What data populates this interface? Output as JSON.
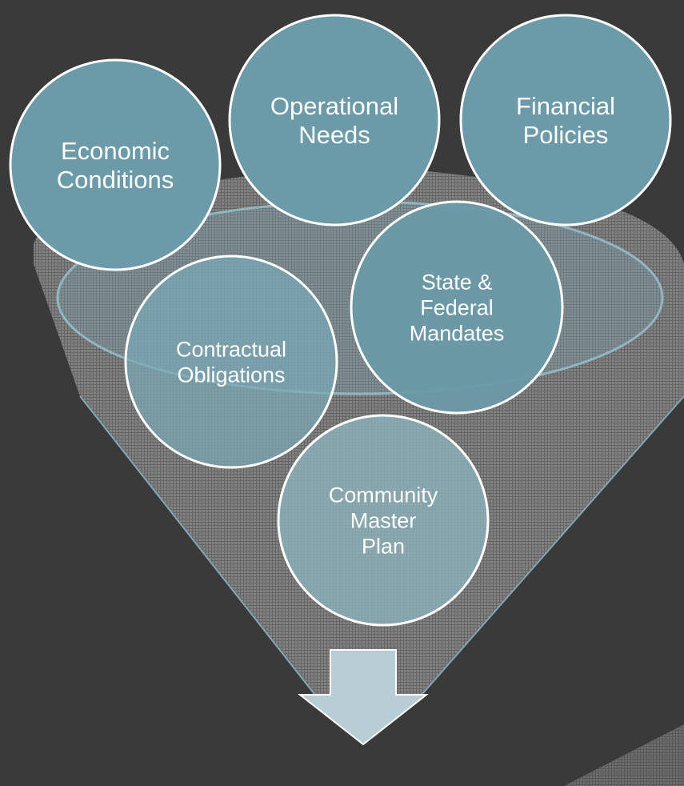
{
  "colors": {
    "background": "#3a3a3a",
    "bubble_fill": "#6b9aa8",
    "bubble_stroke": "#ffffff",
    "funnel_fill": "#8a8a8a",
    "funnel_rim": "#7ea6b4",
    "label_text": "#ffffff",
    "arrow_fill": "#b9cdd4"
  },
  "bubbles": [
    {
      "id": "economic-conditions",
      "lines": [
        "Economic",
        "Conditions"
      ]
    },
    {
      "id": "operational-needs",
      "lines": [
        "Operational",
        "Needs"
      ]
    },
    {
      "id": "financial-policies",
      "lines": [
        "Financial",
        "Policies"
      ]
    },
    {
      "id": "state-federal-mandates",
      "lines": [
        "State &",
        "Federal",
        "Mandates"
      ]
    },
    {
      "id": "contractual-obligations",
      "lines": [
        "Contractual",
        "Obligations"
      ]
    },
    {
      "id": "community-master-plan",
      "lines": [
        "Community",
        "Master",
        "Plan"
      ]
    }
  ]
}
